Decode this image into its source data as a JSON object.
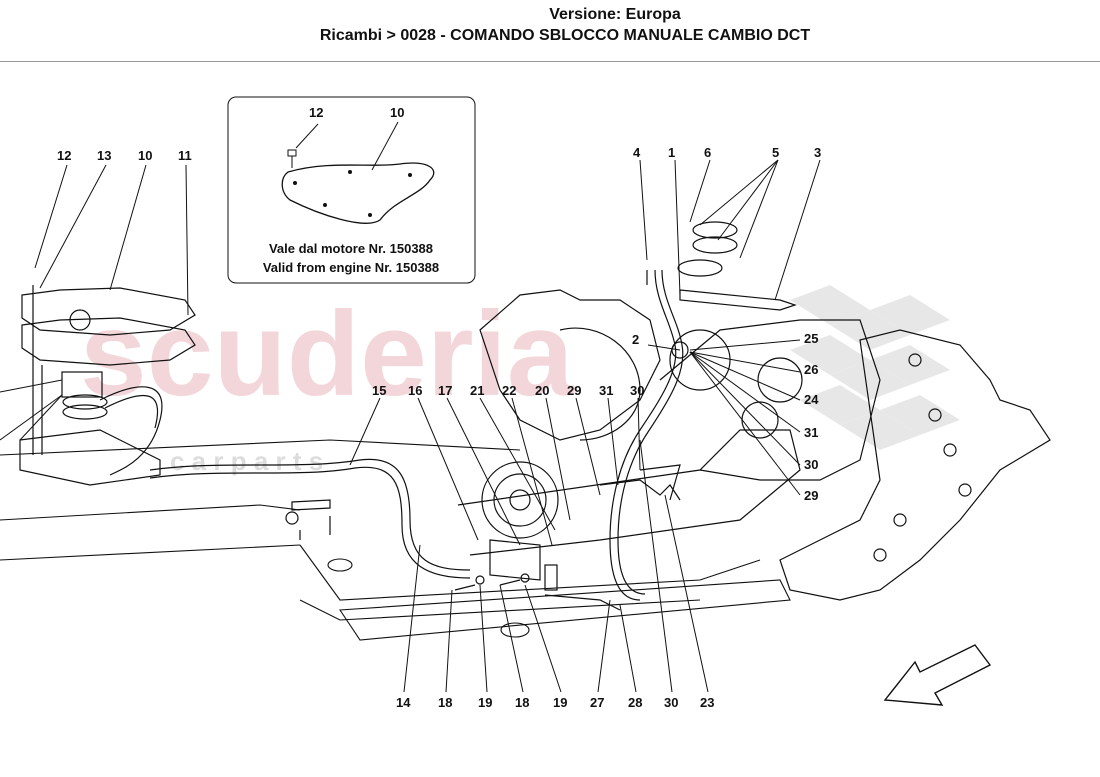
{
  "header": {
    "version": "Versione: Europa",
    "title": "Ricambi > 0028 - COMANDO SBLOCCO MANUALE CAMBIO DCT"
  },
  "inset": {
    "note_it": "Vale dal motore Nr. 150388",
    "note_en": "Valid from engine Nr. 150388",
    "callouts": [
      "12",
      "10"
    ]
  },
  "watermark": {
    "brand": "scuderia",
    "sub": "c a r p a r t s"
  },
  "colors": {
    "line": "#111111",
    "watermark": "#e9b7bd",
    "watermark_flag": "#d8d8d8"
  },
  "callouts": {
    "left_group": [
      "12",
      "13",
      "10",
      "11"
    ],
    "right_top": [
      "4",
      "1",
      "6",
      "5",
      "3"
    ],
    "side_right": [
      "25",
      "26",
      "24",
      "31",
      "30",
      "29"
    ],
    "middle": [
      "2",
      "15",
      "16",
      "17",
      "21",
      "22",
      "20",
      "29",
      "31",
      "30"
    ],
    "bottom": [
      "14",
      "18",
      "19",
      "18",
      "19",
      "27",
      "28",
      "30",
      "23"
    ]
  }
}
